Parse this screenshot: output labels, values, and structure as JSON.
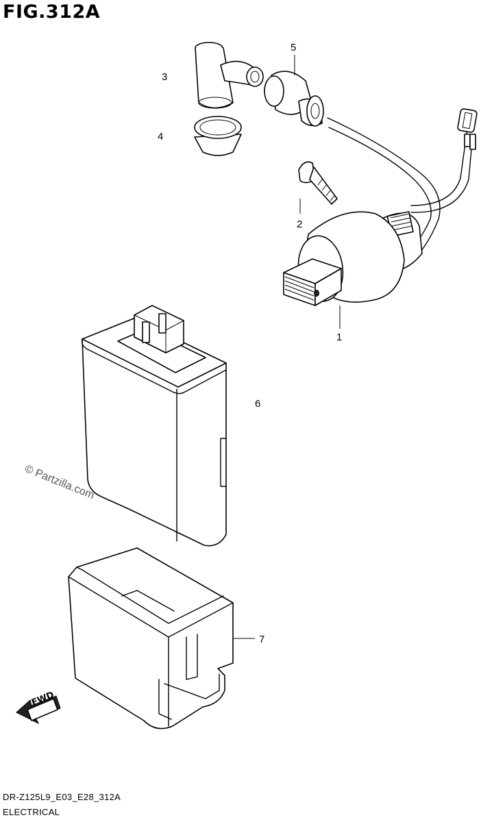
{
  "figure": {
    "title": "FIG.312A",
    "code": "DR-Z125L9_E03_E28_312A",
    "section": "ELECTRICAL"
  },
  "watermark": "© Partzilla.com",
  "direction_badge": "FWD",
  "callouts": {
    "c1": "1",
    "c2": "2",
    "c3": "3",
    "c4": "4",
    "c5": "5",
    "c6": "6",
    "c7": "7"
  }
}
